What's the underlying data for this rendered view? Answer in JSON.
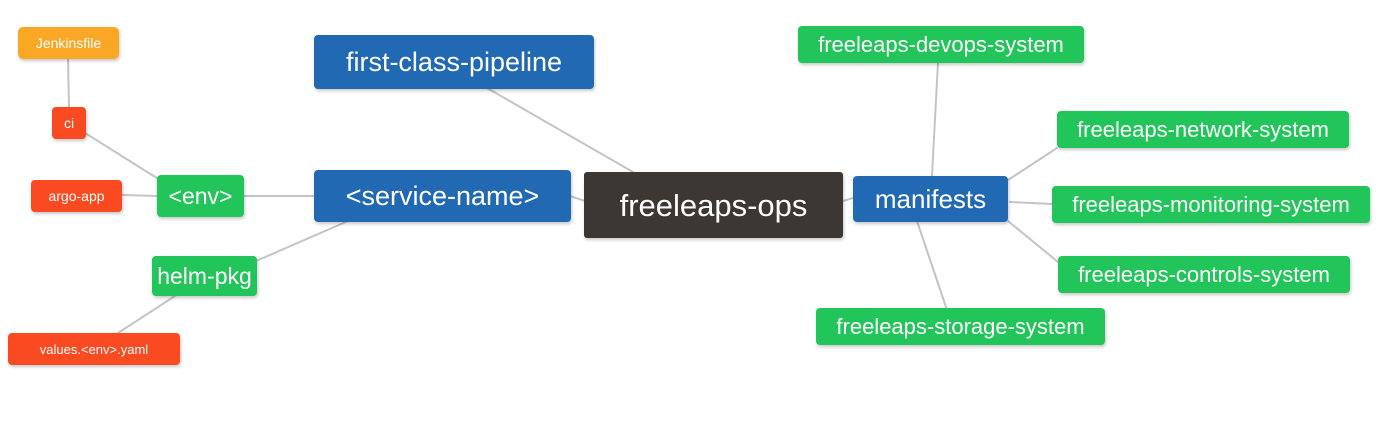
{
  "diagram": {
    "type": "mindmap",
    "title": "freeleaps-ops",
    "background": "#ffffff",
    "edge_color": "#c4c4c4",
    "colors": {
      "root": "#3c3733",
      "blue": "#2269b3",
      "green": "#22c55a",
      "orange": "#faa726",
      "red": "#fa4a21",
      "text": "#ffffff"
    }
  },
  "nodes": {
    "root": {
      "label": "freeleaps-ops"
    },
    "first_class_pipeline": {
      "label": "first-class-pipeline"
    },
    "service_name": {
      "label": "<service-name>"
    },
    "manifests": {
      "label": "manifests"
    },
    "env": {
      "label": "<env>"
    },
    "helm_pkg": {
      "label": "helm-pkg"
    },
    "ci": {
      "label": "ci"
    },
    "jenkinsfile": {
      "label": "Jenkinsfile"
    },
    "argo_app": {
      "label": "argo-app"
    },
    "values_yaml": {
      "label": "values.<env>.yaml"
    },
    "devops_system": {
      "label": "freeleaps-devops-system"
    },
    "network_system": {
      "label": "freeleaps-network-system"
    },
    "monitoring_system": {
      "label": "freeleaps-monitoring-system"
    },
    "controls_system": {
      "label": "freeleaps-controls-system"
    },
    "storage_system": {
      "label": "freeleaps-storage-system"
    }
  },
  "edges": [
    {
      "from": "first_class_pipeline",
      "to": "root"
    },
    {
      "from": "service_name",
      "to": "root"
    },
    {
      "from": "manifests",
      "to": "root"
    },
    {
      "from": "env",
      "to": "service_name"
    },
    {
      "from": "helm_pkg",
      "to": "service_name"
    },
    {
      "from": "ci",
      "to": "env"
    },
    {
      "from": "jenkinsfile",
      "to": "ci"
    },
    {
      "from": "argo_app",
      "to": "env"
    },
    {
      "from": "values_yaml",
      "to": "helm_pkg"
    },
    {
      "from": "devops_system",
      "to": "manifests"
    },
    {
      "from": "network_system",
      "to": "manifests"
    },
    {
      "from": "monitoring_system",
      "to": "manifests"
    },
    {
      "from": "controls_system",
      "to": "manifests"
    },
    {
      "from": "storage_system",
      "to": "manifests"
    }
  ]
}
